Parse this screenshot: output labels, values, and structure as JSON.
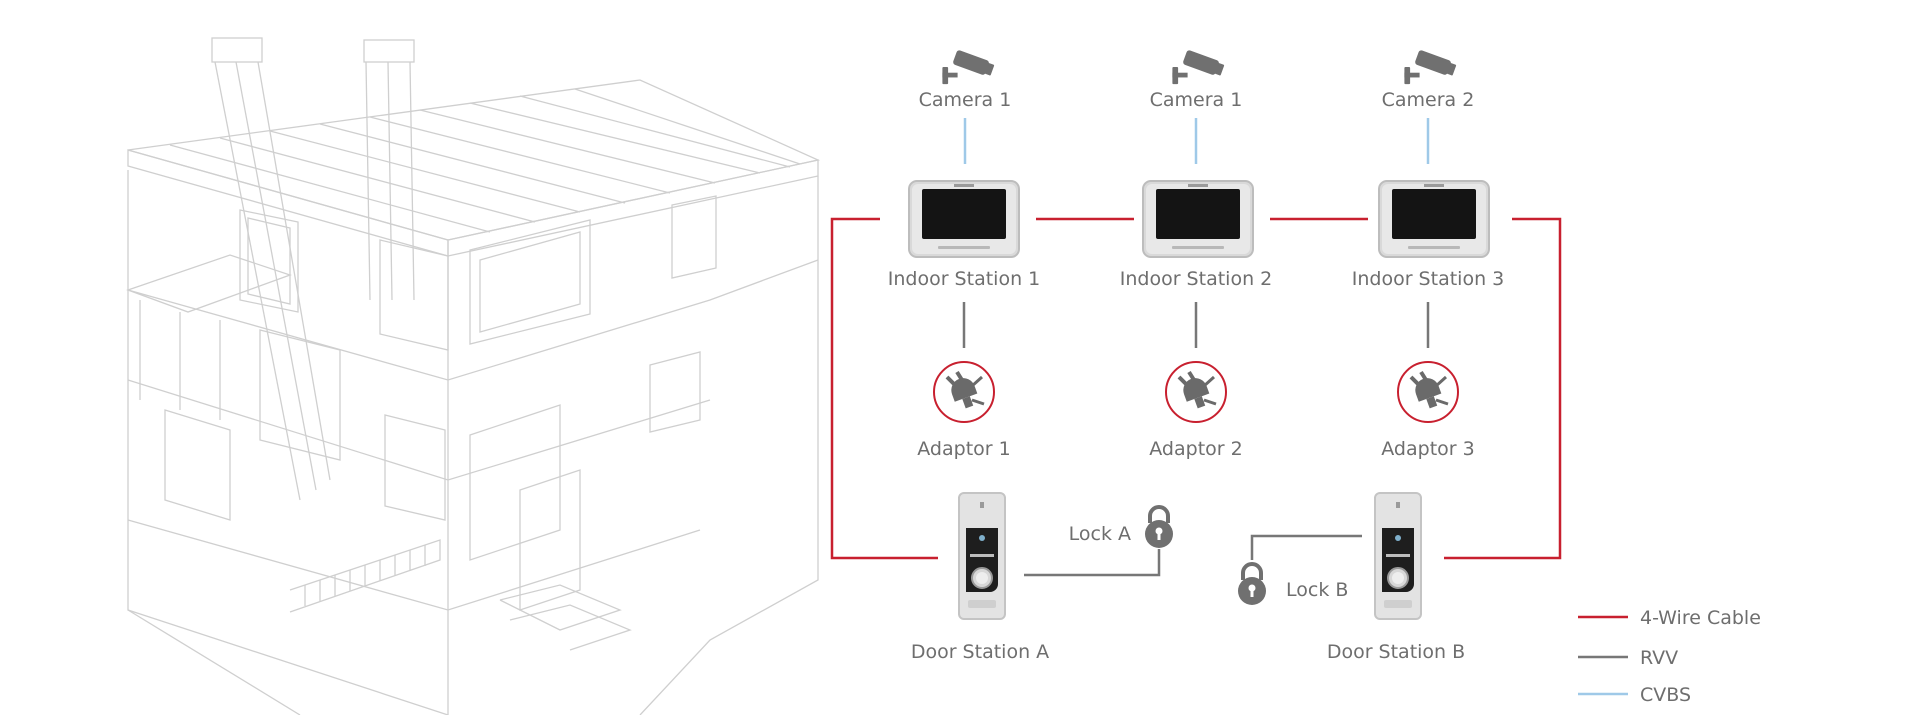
{
  "colors": {
    "four_wire": "#c8202f",
    "rvv": "#777777",
    "cvbs": "#9fc9e8",
    "text": "#6e6e6e",
    "sketch": "#cfcfcf"
  },
  "cameras": [
    {
      "label": "Camera 1"
    },
    {
      "label": "Camera 1"
    },
    {
      "label": "Camera 2"
    }
  ],
  "indoor_stations": [
    {
      "label": "Indoor Station 1"
    },
    {
      "label": "Indoor Station 2"
    },
    {
      "label": "Indoor Station 3"
    }
  ],
  "adaptors": [
    {
      "label": "Adaptor 1"
    },
    {
      "label": "Adaptor 2"
    },
    {
      "label": "Adaptor 3"
    }
  ],
  "door_stations": [
    {
      "label": "Door Station A"
    },
    {
      "label": "Door Station B"
    }
  ],
  "locks": [
    {
      "label": "Lock A"
    },
    {
      "label": "Lock B"
    }
  ],
  "legend": [
    {
      "label": "4-Wire Cable",
      "color": "#c8202f"
    },
    {
      "label": "RVV",
      "color": "#777777"
    },
    {
      "label": "CVBS",
      "color": "#9fc9e8"
    }
  ]
}
